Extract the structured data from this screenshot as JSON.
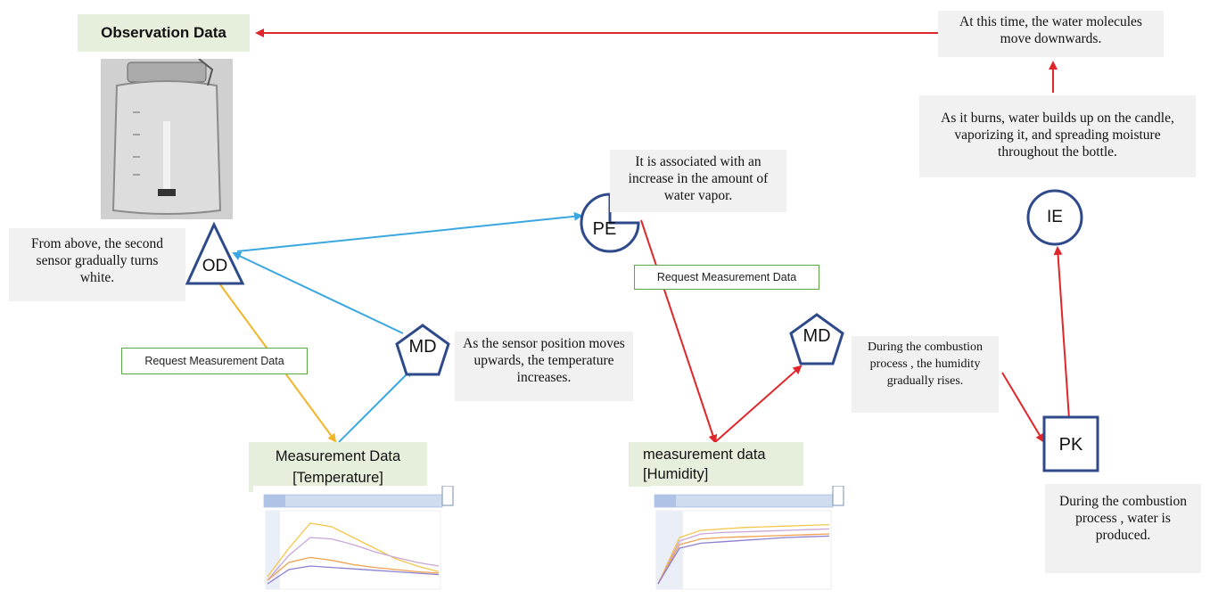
{
  "title_box": "Observation Data",
  "notes": {
    "top_right": "At this time, the water molecules move downwards.",
    "burn": "As it burns, water builds  up on the candle,  vaporizing it, and spreading moisture throughout the  bottle.",
    "pe_note": "It is associated with an increase in the amount of water vapor.",
    "od_note": "From above, the second  sensor gradually turns white.",
    "md1_note": "As the sensor position moves upwards, the temperature increases.",
    "md2_note": "During the combustion process , the humidity gradually rises.",
    "pk_note": "During the combustion process , water is produced."
  },
  "requests": {
    "left": "Request Measurement Data",
    "center": "Request Measurement Data"
  },
  "nodes": {
    "od": "OD",
    "pe": "PE",
    "md1": "MD",
    "md2": "MD",
    "ie": "IE",
    "pk": "PK"
  },
  "measure": {
    "temp_line1": "Measurement Data",
    "temp_line2": "[Temperature]",
    "hum_line1": "measurement data",
    "hum_line2": "[Humidity]"
  },
  "colors": {
    "red": "#e0262b",
    "blue": "#3aa7e0",
    "yellow": "#f1b52a",
    "node_border": "#2f4a8a"
  },
  "chart_data": [
    {
      "type": "line",
      "series": [
        {
          "values": [
            0.15,
            0.55,
            0.9,
            0.85,
            0.7,
            0.55,
            0.4,
            0.3,
            0.22
          ]
        },
        {
          "values": [
            0.1,
            0.45,
            0.7,
            0.68,
            0.6,
            0.5,
            0.42,
            0.35,
            0.3
          ]
        },
        {
          "values": [
            0.1,
            0.35,
            0.42,
            0.38,
            0.32,
            0.28,
            0.25,
            0.22,
            0.2
          ]
        },
        {
          "values": [
            0.05,
            0.25,
            0.3,
            0.28,
            0.26,
            0.24,
            0.22,
            0.2,
            0.18
          ]
        }
      ]
    },
    {
      "type": "line",
      "series": [
        {
          "values": [
            0.05,
            0.7,
            0.8,
            0.82,
            0.84,
            0.85,
            0.86,
            0.87,
            0.88
          ]
        },
        {
          "values": [
            0.05,
            0.65,
            0.75,
            0.77,
            0.78,
            0.79,
            0.8,
            0.81,
            0.82
          ]
        },
        {
          "values": [
            0.05,
            0.6,
            0.68,
            0.7,
            0.71,
            0.72,
            0.73,
            0.74,
            0.75
          ]
        },
        {
          "values": [
            0.05,
            0.55,
            0.62,
            0.64,
            0.66,
            0.68,
            0.7,
            0.71,
            0.72
          ]
        }
      ]
    }
  ]
}
